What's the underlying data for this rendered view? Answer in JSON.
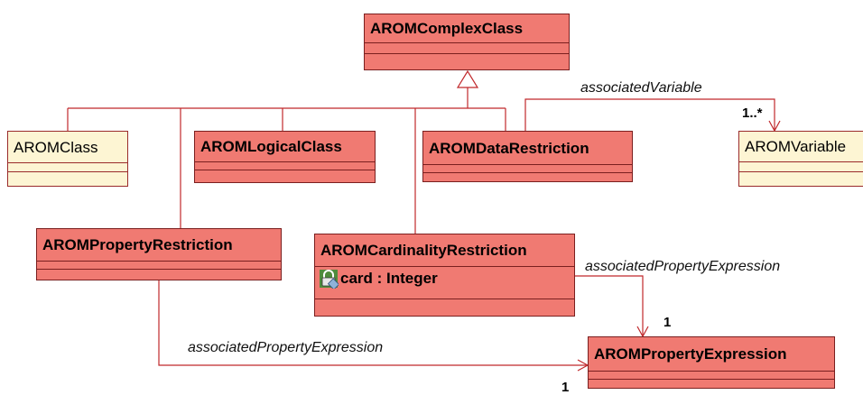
{
  "classes": {
    "complex": {
      "name": "AROMComplexClass"
    },
    "arom_class": {
      "name": "AROMClass"
    },
    "logical": {
      "name": "AROMLogicalClass"
    },
    "data_restriction": {
      "name": "AROMDataRestriction"
    },
    "variable": {
      "name": "AROMVariable"
    },
    "property_restriction": {
      "name": "AROMPropertyRestriction"
    },
    "cardinality_restriction": {
      "name": "AROMCardinalityRestriction",
      "attribute": "card : Integer",
      "attribute_icon": "attribute-lock-icon"
    },
    "property_expression": {
      "name": "AROMPropertyExpression"
    }
  },
  "associations": {
    "associated_variable": {
      "label": "associatedVariable",
      "multiplicity": "1..*"
    },
    "cardinality_to_expression": {
      "label": "associatedPropertyExpression",
      "multiplicity": "1"
    },
    "property_to_expression": {
      "label": "associatedPropertyExpression",
      "multiplicity": "1"
    }
  },
  "colors": {
    "complex_fill": "#f07a72",
    "plain_fill": "#fdf5d3",
    "line": "#c0282b"
  }
}
